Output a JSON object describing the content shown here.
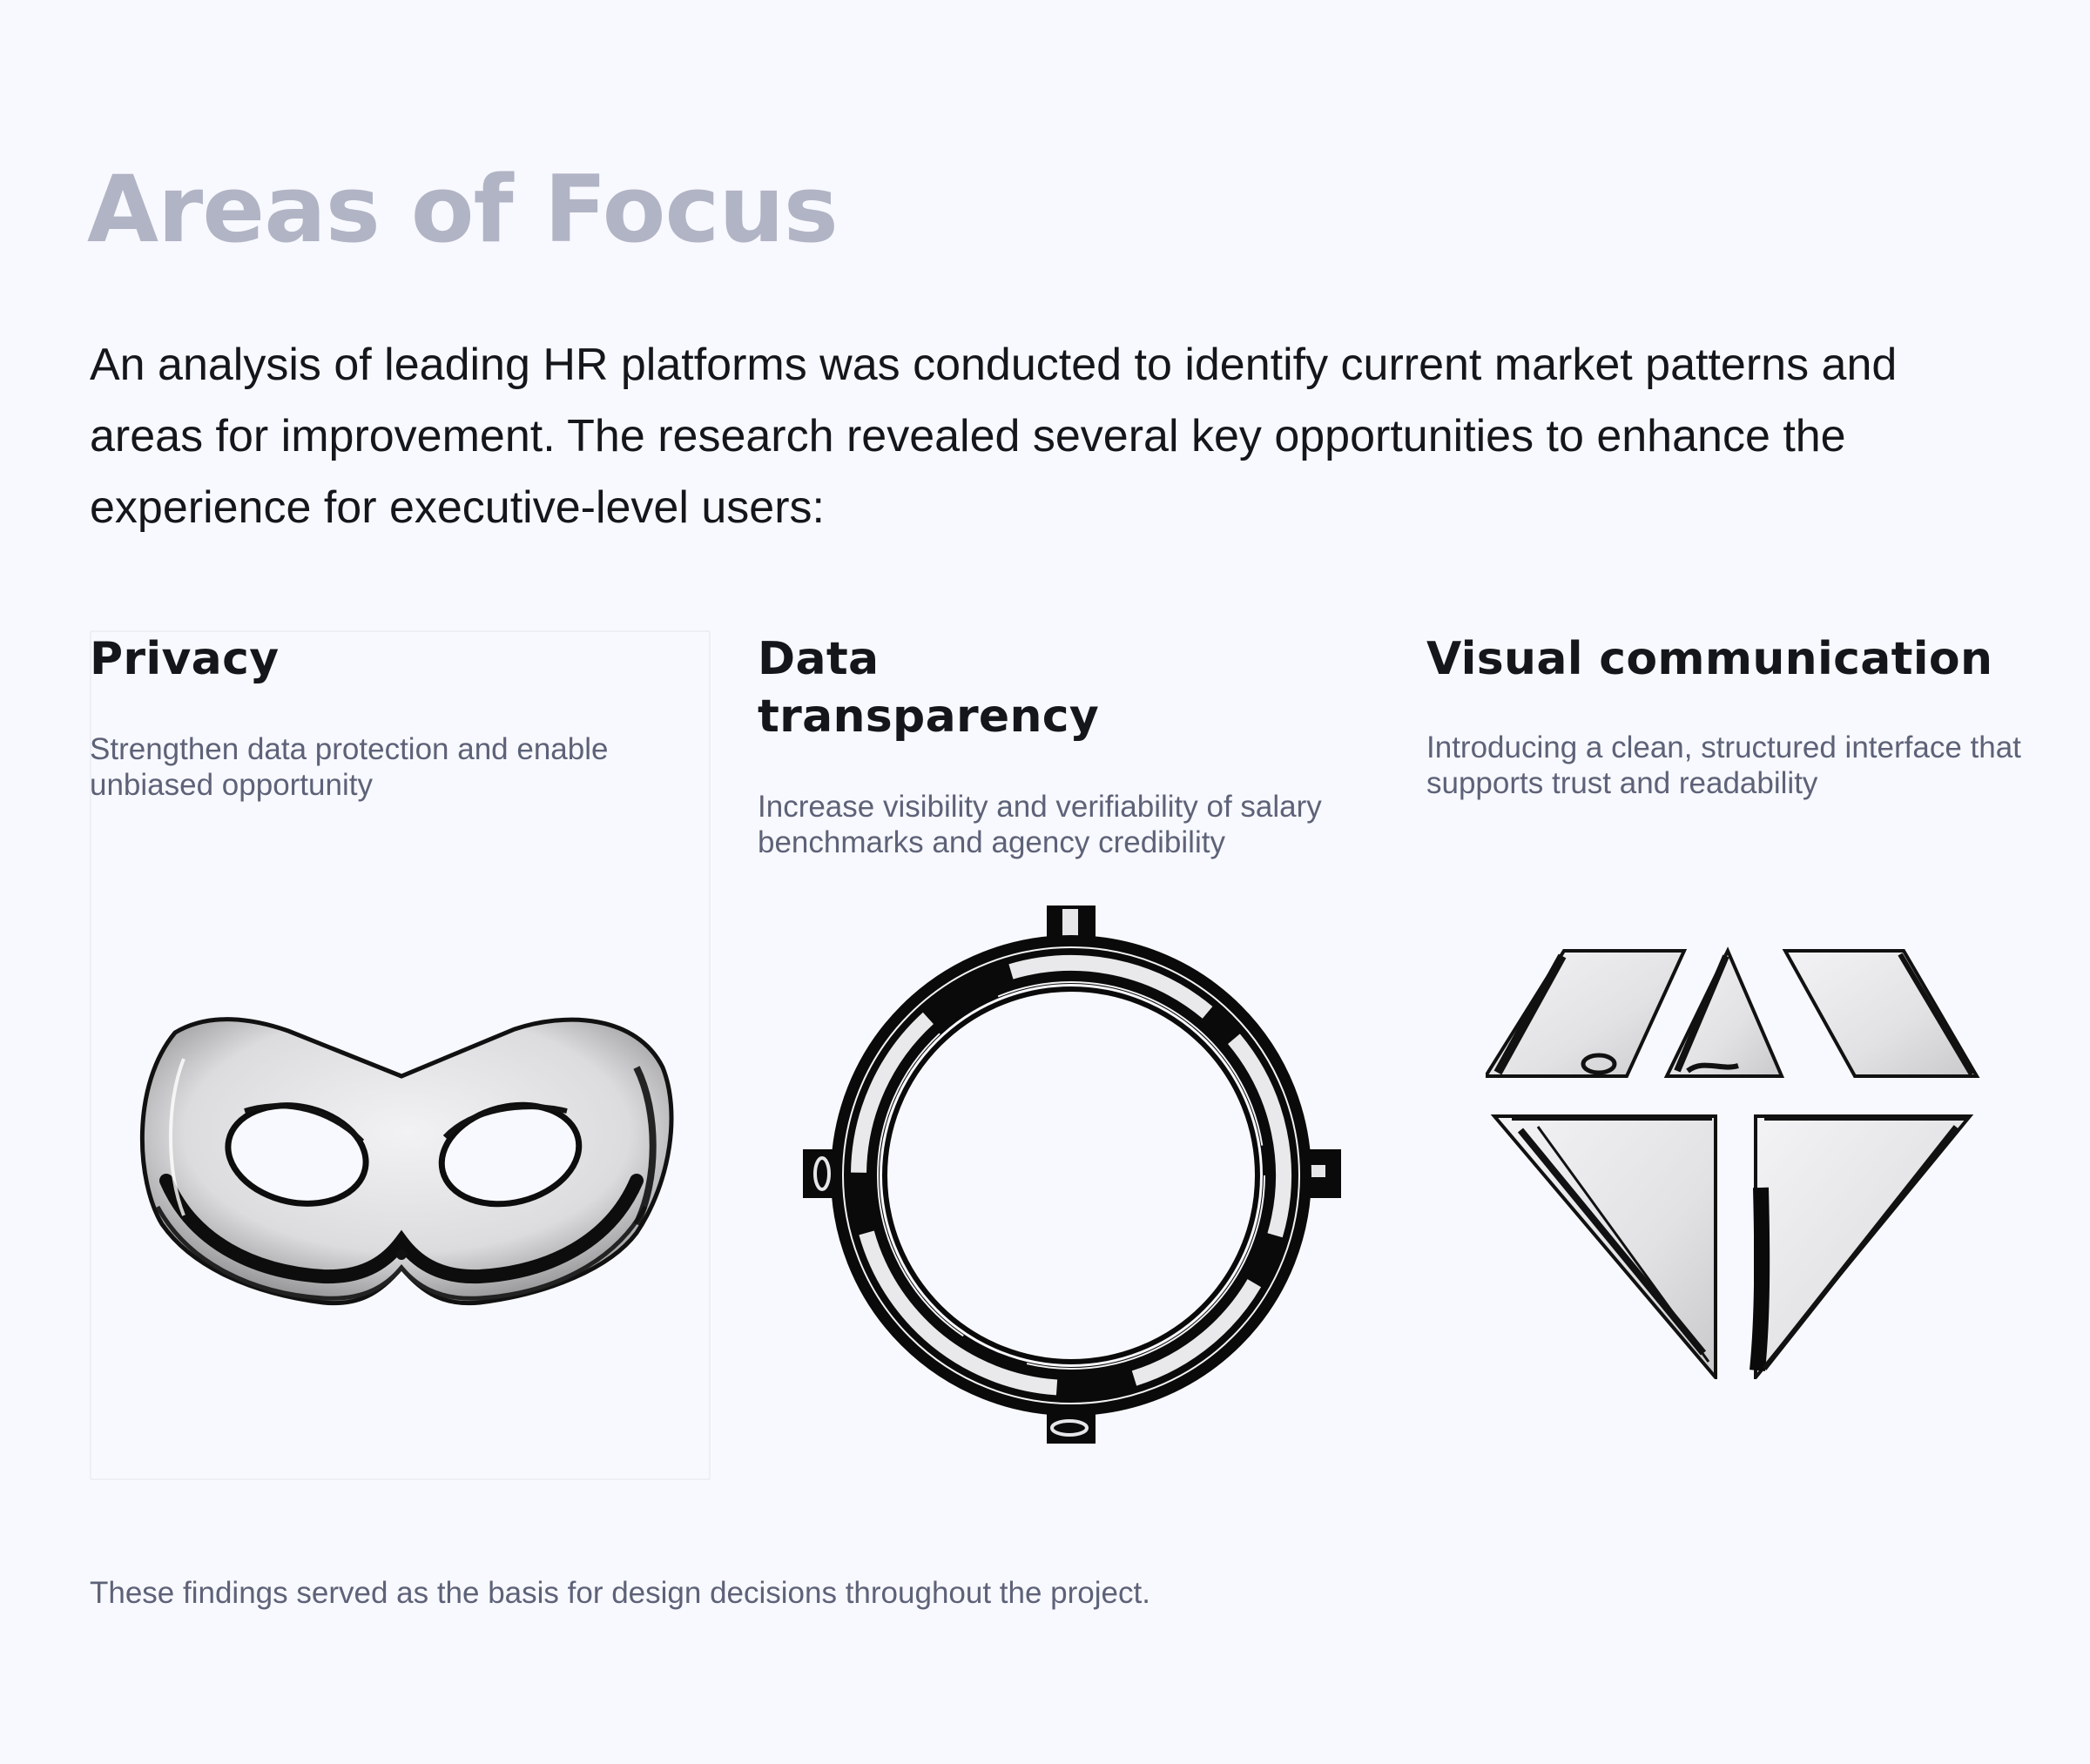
{
  "page": {
    "title": "Areas of Focus",
    "intro": "An analysis of leading HR platforms was conducted to identify current market patterns and areas for improvement. The research revealed several key opportunities to enhance the experience for executive-level users:",
    "footer_note": "These findings served as the basis for design decisions throughout the project."
  },
  "focus_areas": [
    {
      "title": "Privacy",
      "description": "Strengthen data protection and enable unbiased opportunity",
      "icon": "mask-icon"
    },
    {
      "title": "Data transparency",
      "description": "Increase visibility and verifiability of salary benchmarks and agency credibility",
      "icon": "crosshair-ring-icon"
    },
    {
      "title": "Visual communication",
      "description": "Introducing a clean, structured interface that supports trust and readability",
      "icon": "diamond-icon"
    }
  ],
  "colors": {
    "background": "#F8F9FE",
    "title": "#B1B4C4",
    "heading": "#15161B",
    "body_muted": "#5E6278",
    "card_border": "#EEEFF4"
  }
}
